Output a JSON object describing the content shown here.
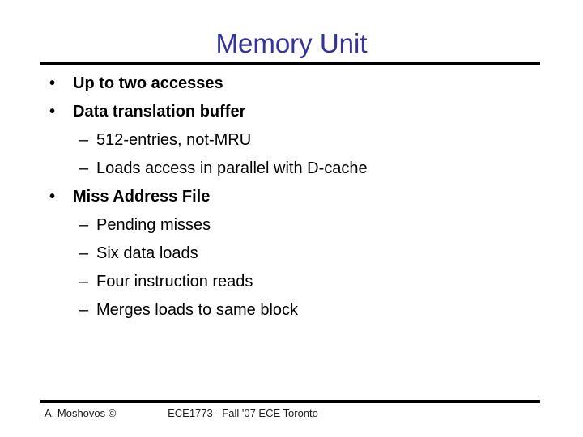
{
  "slide": {
    "title": "Memory Unit",
    "bullet_glyphs": {
      "level1": "•",
      "level2": "–"
    },
    "bullets": [
      {
        "level": 1,
        "bold": true,
        "text": "Up to two accesses"
      },
      {
        "level": 1,
        "bold": true,
        "text": "Data translation buffer"
      },
      {
        "level": 2,
        "bold": false,
        "text": "512-entries, not-MRU"
      },
      {
        "level": 2,
        "bold": false,
        "text": "Loads access in parallel with D-cache"
      },
      {
        "level": 1,
        "bold": true,
        "text": "Miss Address File"
      },
      {
        "level": 2,
        "bold": false,
        "text": "Pending misses"
      },
      {
        "level": 2,
        "bold": false,
        "text": "Six data loads"
      },
      {
        "level": 2,
        "bold": false,
        "text": "Four instruction reads"
      },
      {
        "level": 2,
        "bold": false,
        "text": "Merges loads to same block"
      }
    ],
    "footer": {
      "author": "A. Moshovos ©",
      "course": "ECE1773 - Fall '07 ECE Toronto"
    },
    "colors": {
      "title": "#333399",
      "text": "#000000",
      "rule": "#000000",
      "background": "#ffffff"
    }
  }
}
